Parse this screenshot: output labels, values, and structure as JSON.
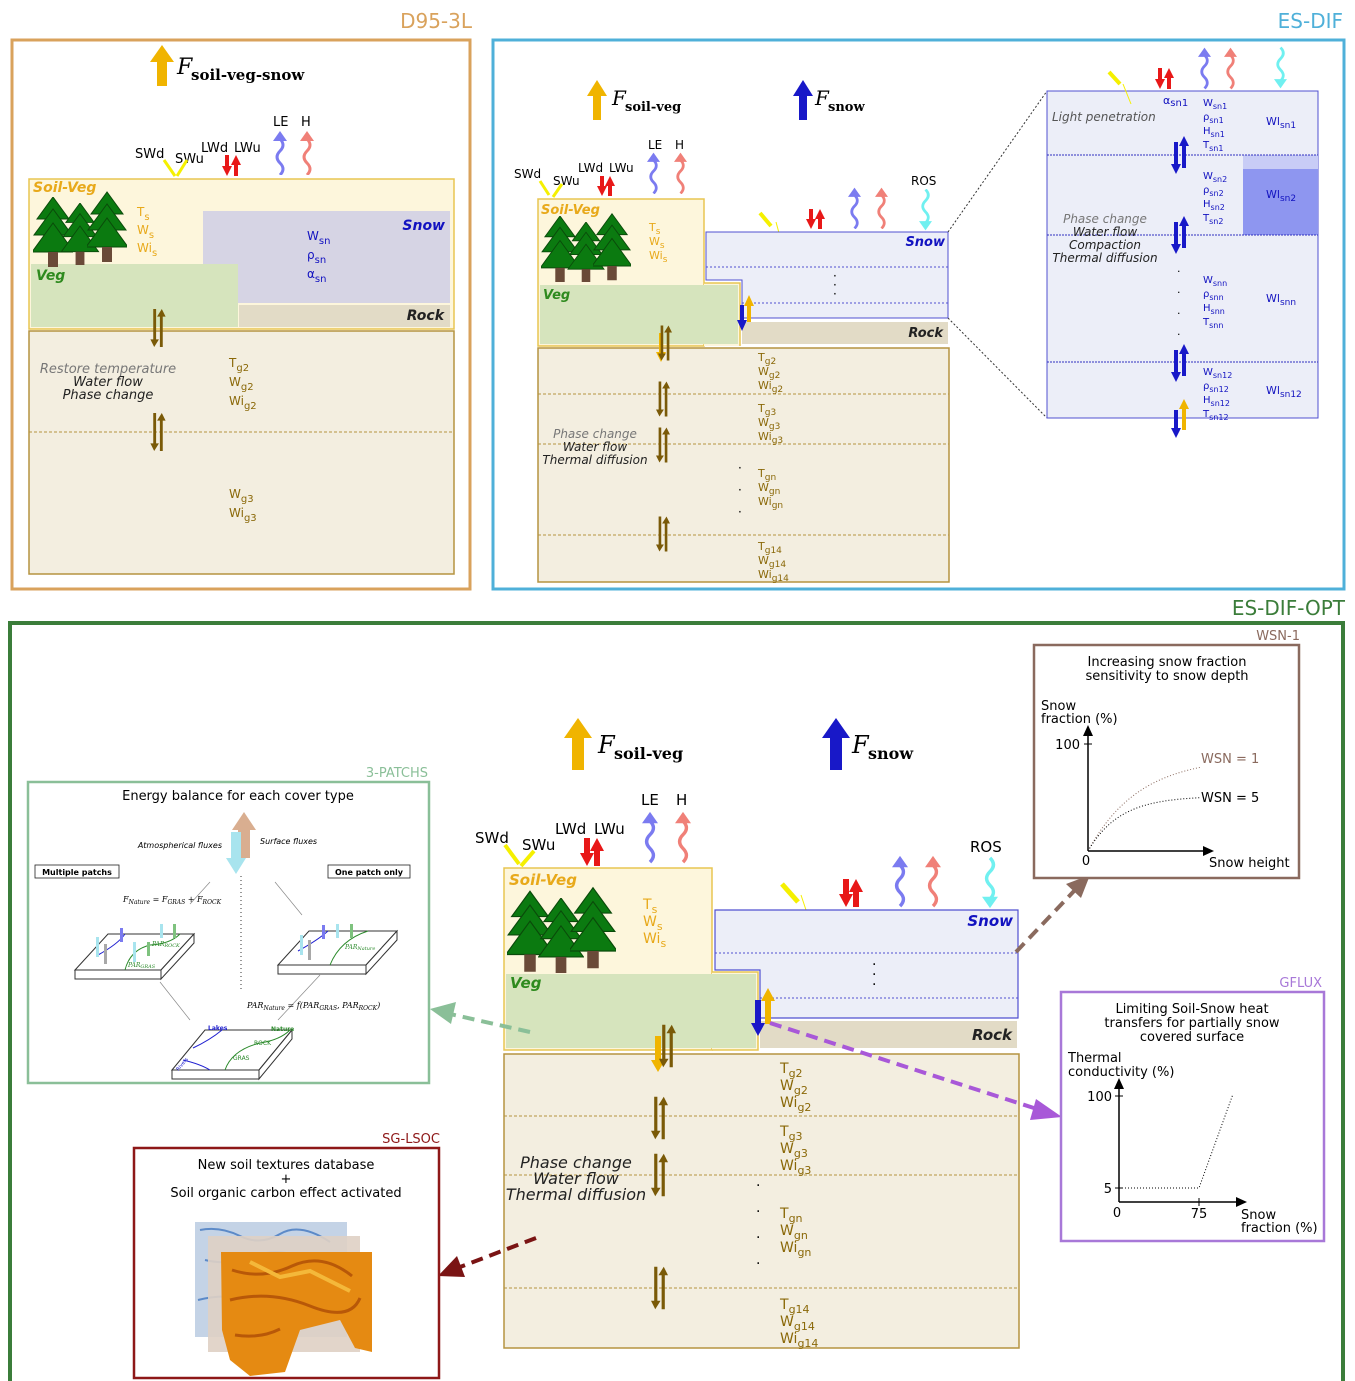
{
  "panels": {
    "d95": {
      "title": "D95-3L",
      "flux_main": "soil-veg-snow",
      "fluxes": {
        "swd": "SWd",
        "swu": "SWu",
        "lwd": "LWd",
        "lwu": "LWu",
        "le": "LE",
        "h": "H"
      },
      "labels": {
        "soilveg": "Soil-Veg",
        "veg": "Veg",
        "snow": "Snow",
        "rock": "Rock"
      },
      "soilveg_vars": [
        "T",
        "W",
        "Wi"
      ],
      "soilveg_subs": [
        "s",
        "s",
        "s"
      ],
      "snow_vars": [
        "W",
        "ρ",
        "α"
      ],
      "snow_subs": [
        "sn",
        "sn",
        "sn"
      ],
      "processes": [
        "Restore temperature",
        "Water flow",
        "Phase change"
      ],
      "layer2_vars": [
        "T",
        "W",
        "Wi"
      ],
      "layer2_subs": [
        "g2",
        "g2",
        "g2"
      ],
      "layer3_vars": [
        "W",
        "Wi"
      ],
      "layer3_subs": [
        "g3",
        "g3"
      ]
    },
    "esdif": {
      "title": "ES-DIF",
      "flux_soilveg": "soil-veg",
      "flux_snow": "snow",
      "fluxes": {
        "swd": "SWd",
        "swu": "SWu",
        "lwd": "LWd",
        "lwu": "LWu",
        "le": "LE",
        "h": "H",
        "ros": "ROS"
      },
      "labels": {
        "soilveg": "Soil-Veg",
        "veg": "Veg",
        "snow": "Snow",
        "rock": "Rock"
      },
      "soilveg_vars": [
        "T",
        "W",
        "Wi"
      ],
      "soilveg_subs": [
        "s",
        "s",
        "s"
      ],
      "processes": [
        "Phase change",
        "Water flow",
        "Thermal diffusion"
      ],
      "soil_layers": [
        {
          "vars": [
            "T",
            "W",
            "Wi"
          ],
          "subs": [
            "g2",
            "g2",
            "g2"
          ]
        },
        {
          "vars": [
            "T",
            "W",
            "Wi"
          ],
          "subs": [
            "g3",
            "g3",
            "g3"
          ]
        },
        {
          "vars": [
            "T",
            "W",
            "Wi"
          ],
          "subs": [
            "gn",
            "gn",
            "gn"
          ]
        },
        {
          "vars": [
            "T",
            "W",
            "Wi"
          ],
          "subs": [
            "g14",
            "g14",
            "g14"
          ]
        }
      ],
      "zoom": {
        "top_alpha": "α",
        "top_alpha_sub": "sn1",
        "light_penetration": "Light penetration",
        "processes": [
          "Phase change",
          "Water flow",
          "Compaction",
          "Thermal diffusion"
        ],
        "layers": [
          {
            "vars": [
              "W",
              "ρ",
              "H",
              "T"
            ],
            "subs": [
              "sn1",
              "sn1",
              "sn1",
              "sn1"
            ],
            "wl": "Wl",
            "wl_sub": "sn1"
          },
          {
            "vars": [
              "W",
              "ρ",
              "H",
              "T"
            ],
            "subs": [
              "sn2",
              "sn2",
              "sn2",
              "sn2"
            ],
            "wl": "Wl",
            "wl_sub": "sn2"
          },
          {
            "vars": [
              "W",
              "ρ",
              "H",
              "T"
            ],
            "subs": [
              "snn",
              "snn",
              "snn",
              "snn"
            ],
            "wl": "Wl",
            "wl_sub": "snn"
          },
          {
            "vars": [
              "W",
              "ρ",
              "H",
              "T"
            ],
            "subs": [
              "sn12",
              "sn12",
              "sn12",
              "sn12"
            ],
            "wl": "Wl",
            "wl_sub": "sn12"
          }
        ]
      }
    },
    "esdifopt": {
      "title": "ES-DIF-OPT",
      "flux_soilveg": "soil-veg",
      "flux_snow": "snow",
      "fluxes": {
        "swd": "SWd",
        "swu": "SWu",
        "lwd": "LWd",
        "lwu": "LWu",
        "le": "LE",
        "h": "H",
        "ros": "ROS"
      },
      "labels": {
        "soilveg": "Soil-Veg",
        "veg": "Veg",
        "snow": "Snow",
        "rock": "Rock"
      },
      "soilveg_vars": [
        "T",
        "W",
        "Wi"
      ],
      "soilveg_subs": [
        "s",
        "s",
        "s"
      ],
      "processes": [
        "Phase change",
        "Water flow",
        "Thermal diffusion"
      ],
      "soil_layers": [
        {
          "vars": [
            "T",
            "W",
            "Wi"
          ],
          "subs": [
            "g2",
            "g2",
            "g2"
          ]
        },
        {
          "vars": [
            "T",
            "W",
            "Wi"
          ],
          "subs": [
            "g3",
            "g3",
            "g3"
          ]
        },
        {
          "vars": [
            "T",
            "W",
            "Wi"
          ],
          "subs": [
            "gn",
            "gn",
            "gn"
          ]
        },
        {
          "vars": [
            "T",
            "W",
            "Wi"
          ],
          "subs": [
            "g14",
            "g14",
            "g14"
          ]
        }
      ],
      "wsn": {
        "tag": "WSN-1",
        "title1": "Increasing snow fraction",
        "title2": "sensitivity to snow depth",
        "ylabel1": "Snow",
        "ylabel2": "fraction (%)",
        "ytick": "100",
        "origin": "0",
        "xlabel": "Snow height",
        "curve1": "WSN = 1",
        "curve2": "WSN = 5"
      },
      "gflux": {
        "tag": "GFLUX",
        "title1": "Limiting Soil-Snow heat",
        "title2": "transfers for partially snow",
        "title3": "covered surface",
        "ylabel1": "Thermal",
        "ylabel2": "conductivity (%)",
        "ytick_top": "100",
        "ytick_low": "5",
        "origin": "0",
        "xtick": "75",
        "xlabel1": "Snow",
        "xlabel2": "fraction (%)"
      },
      "patches": {
        "tag": "3-PATCHS",
        "title": "Energy balance for each cover type",
        "atmos": "Atmospherical fluxes",
        "surface": "Surface fluxes",
        "multiple": "Multiple patchs",
        "one": "One patch only",
        "fnature": "F",
        "fnature_sub": "Nature",
        "fnature_rhs": "= F",
        "fgras_sub": "GRAS",
        "plus": "+ F",
        "frock_sub": "ROCK",
        "parnature": "PAR",
        "parnature_rhs": "= f(PAR",
        "pargras_sub": "GRAS",
        "parrock": ", PAR",
        "parrock_sub": "ROCK",
        "close": ")",
        "lakes": "Lakes",
        "nature": "Nature",
        "rock": "ROCK",
        "gras": "GRAS",
        "rivers": "Rivers",
        "par_rock": "PAR",
        "par_rock_sub": "ROCK",
        "par_gras": "PAR",
        "par_gras_sub": "GRAS",
        "par_nat": "PAR",
        "par_nat_sub": "Nature"
      },
      "sglsoc": {
        "tag": "SG-LSOC",
        "title1": "New soil textures database",
        "plus": "+",
        "title2": "Soil organic carbon effect activated"
      }
    }
  },
  "colors": {
    "d95": "#d9a25c",
    "esdif": "#4fb0d9",
    "opt": "#3b7d3a",
    "soilveg_fill": "#fdf6dc",
    "soilveg_stroke": "#e8c552",
    "soilveg_text": "#e8a91a",
    "veg_fill": "#d6e4bd",
    "veg_text": "#2e8a1e",
    "snow_fill": "#eceef8",
    "snow_text": "#1212c0",
    "soil_fill": "#f3eee0",
    "soil_stroke": "#b59440",
    "soil_text": "#8a6808",
    "rock_fill": "#e2dbc6",
    "flux_orange": "#f0b400",
    "flux_blue": "#1818c8",
    "red": "#e81818",
    "yellow": "#f5f000",
    "purple_wave": "#7b7bf0",
    "salmon_wave": "#f08078",
    "cyan_wave": "#70f0f0",
    "wsn": "#8a6a5e",
    "gflux": "#a878d8",
    "patches": "#8abf98",
    "sglsoc": "#8e1818"
  }
}
